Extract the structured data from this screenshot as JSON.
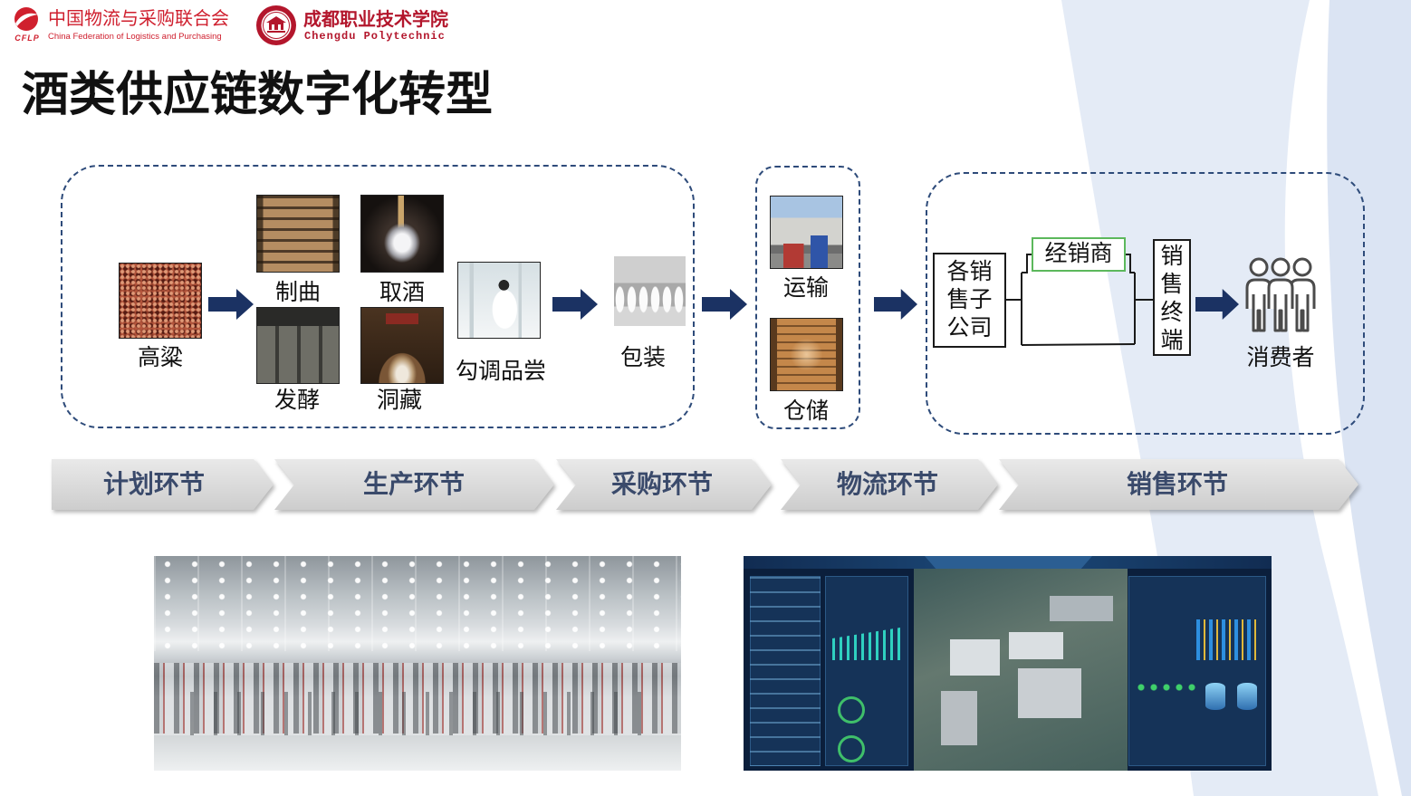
{
  "header": {
    "cflp": {
      "logo_text": "CFLP",
      "name_cn": "中国物流与采购联合会",
      "name_en": "China Federation of Logistics and Purchasing",
      "logo_icon": "cflp-logo-icon"
    },
    "polytechnic": {
      "name_cn": "成都职业技术学院",
      "name_en": "Chengdu Polytechnic",
      "logo_icon": "college-seal-icon"
    }
  },
  "title": "酒类供应链数字化转型",
  "production": {
    "sorghum": "高粱",
    "koji_making": "制曲",
    "liquor_extraction": "取酒",
    "fermentation": "发酵",
    "cellar_storage": "洞藏",
    "blending_tasting": "勾调品尝",
    "packaging": "包装"
  },
  "logistics": {
    "transport": "运输",
    "warehousing": "仓储"
  },
  "sales": {
    "subsidiaries": "各销售子公司",
    "dealer": "经销商",
    "terminal": "销售终端",
    "consumer": "消费者",
    "consumer_icon": "people-group-icon"
  },
  "stages": [
    {
      "label": "计划环节"
    },
    {
      "label": "生产环节"
    },
    {
      "label": "采购环节"
    },
    {
      "label": "物流环节"
    },
    {
      "label": "销售环节"
    }
  ],
  "icons": {
    "flow_arrow": "arrow-right-icon"
  },
  "colors": {
    "brand_red": "#cf1f2e",
    "college_red": "#b3162c",
    "arrow_navy": "#1b3263",
    "dashed_border": "#2e4b7a",
    "stage_text": "#3a4a6b",
    "dealer_border": "#5cb85c",
    "decor_blue": "#e4ebf6"
  }
}
